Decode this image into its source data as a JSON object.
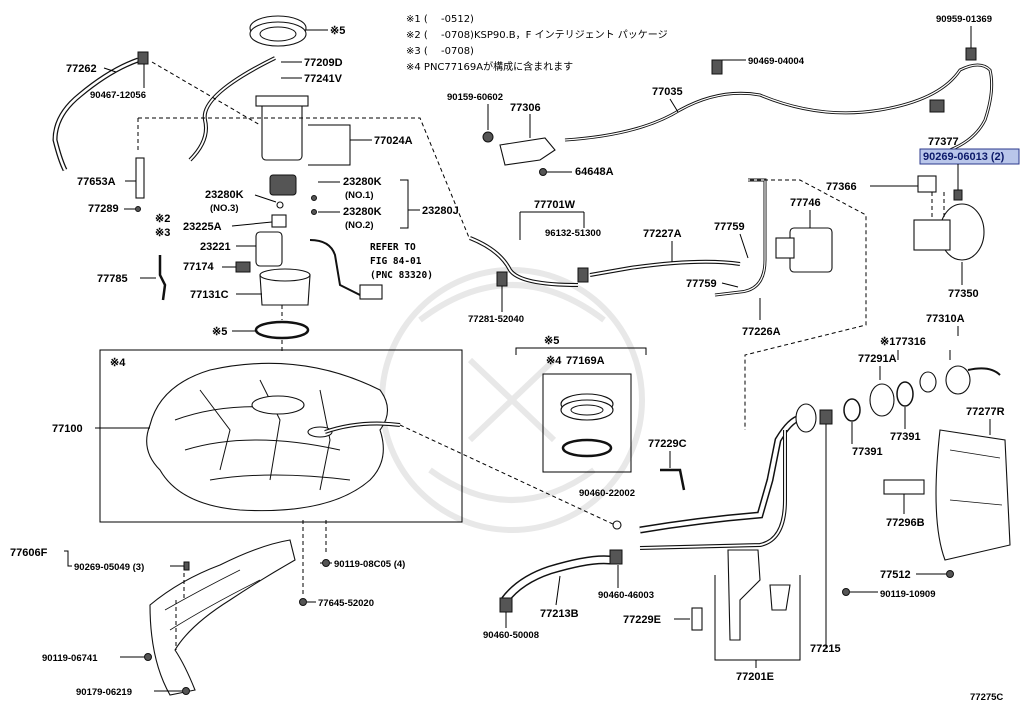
{
  "notes": {
    "n1": "※1 (　 -0512)",
    "n2": "※2 (　 -0708)KSP90.B，F インテリジェント パッケージ",
    "n3": "※3 (　 -0708)",
    "n4": "※4 PNC77169Aが構成に含まれます"
  },
  "labels": {
    "p77262": "77262",
    "p90467_12056": "90467-12056",
    "p77653A": "77653A",
    "p77289": "77289",
    "p77785": "77785",
    "p77209D": "77209D",
    "p77241V": "77241V",
    "p77024A": "77024A",
    "p23280K_a": "23280K",
    "p23280K_a_sub": "(NO.3)",
    "p23280K_b": "23280K",
    "p23280K_b_sub": "(NO.1)",
    "p23280K_c": "23280K",
    "p23280K_c_sub": "(NO.2)",
    "p23280J": "23280J",
    "p23225A": "23225A",
    "p23221": "23221",
    "p77174": "77174",
    "p77131C": "77131C",
    "m2": "※2",
    "m3": "※3",
    "m5a": "※5",
    "m5b": "※5",
    "m5c": "※5",
    "m4a": "※4",
    "refer1": "REFER TO",
    "refer2": "FIG 84-01",
    "refer3": "(PNC 83320)",
    "p77100": "77100",
    "p77169A": "77169A",
    "m4b": "※4",
    "p77606F": "77606F",
    "p90269_05049": "90269-05049 (3)",
    "p90119_08C05": "90119-08C05 (4)",
    "p77645_52020": "77645-52020",
    "p90119_06741": "90119-06741",
    "p90179_06219": "90179-06219",
    "p90159_60602": "90159-60602",
    "p77306": "77306",
    "p64648A": "64648A",
    "p77035": "77035",
    "p90469_04004": "90469-04004",
    "p90959_01369": "90959-01369",
    "p77377": "77377",
    "p90269_06013": "90269-06013 (2)",
    "p77366": "77366",
    "p77350": "77350",
    "p77746": "77746",
    "p77701W": "77701W",
    "p96132_51300": "96132-51300",
    "p77227A": "77227A",
    "p77759a": "77759",
    "p77759b": "77759",
    "p77226A": "77226A",
    "p77281_52040": "77281-52040",
    "p77310A": "77310A",
    "p177316": "※177316",
    "p77291A": "77291A",
    "p77391a": "77391",
    "p77391b": "77391",
    "p77277R": "77277R",
    "p77229C": "77229C",
    "p90460_22002": "90460-22002",
    "p77296B": "77296B",
    "p77512": "77512",
    "p90119_10909": "90119-10909",
    "p90460_46003": "90460-46003",
    "p77213B": "77213B",
    "p90460_50008": "90460-50008",
    "p77229E": "77229E",
    "p77215": "77215",
    "p77201E": "77201E",
    "figno": "77275C"
  },
  "highlight": {
    "color": "#b9c6ea",
    "part": "90269-06013 (2)"
  }
}
